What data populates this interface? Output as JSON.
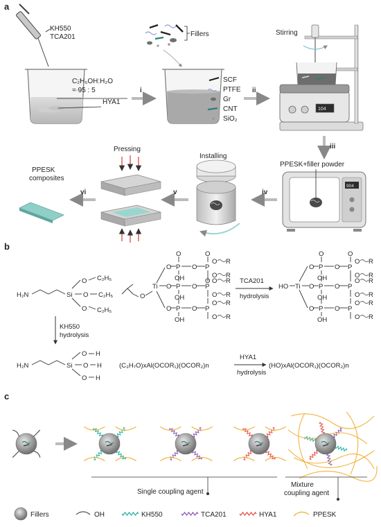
{
  "panels": {
    "a": "a",
    "b": "b",
    "c": "c"
  },
  "panel_a": {
    "syringe_labels": [
      "KH550",
      "TCA201"
    ],
    "solvent": "C₂H₅OH:H₂O",
    "ratio": "= 95 : 5",
    "hya": "HYA1",
    "fillers_label": "Fillers",
    "filler_items": [
      "SCF",
      "PTFE",
      "Gr",
      "CNT",
      "SiO₂"
    ],
    "stirring": "Stirring",
    "hot_display": "104",
    "oven_display": "904",
    "powder": "PPESK+filler powder",
    "installing": "Installing",
    "pressing": "Pressing",
    "composites": [
      "PPESK",
      "composites"
    ],
    "steps": [
      "i",
      "ii",
      "iii",
      "iv",
      "v",
      "vi"
    ]
  },
  "panel_b": {
    "kh550_hydrolysis": [
      "KH550",
      "hydrolysis"
    ],
    "tca201_hydrolysis": [
      "TCA201",
      "hydrolysis"
    ],
    "hya1_hydrolysis": [
      "HYA1",
      "hydrolysis"
    ],
    "hya_formula": "(C₃H₇O)xAl(OCOR₁)(OCOR₂)n",
    "hya_product": "(HO)xAl(OCOR₁)(OCOR₂)n",
    "atoms": {
      "h2n": "H₂N",
      "si": "Si",
      "o": "O",
      "c2h5": "C₂H₅",
      "oh": "OH",
      "h": "H",
      "ti": "Ti",
      "p": "P",
      "r": "R",
      "ho": "HO"
    }
  },
  "panel_c": {
    "single": "Single coupling agent",
    "mixture": [
      "Mixture",
      "coupling agent"
    ],
    "legend": [
      {
        "name": "Fillers",
        "color": "#8c8c8c"
      },
      {
        "name": "OH",
        "color": "#555555"
      },
      {
        "name": "KH550",
        "color": "#2bb3a6"
      },
      {
        "name": "TCA201",
        "color": "#8d5fb0"
      },
      {
        "name": "HYA1",
        "color": "#e0564a"
      },
      {
        "name": "PPESK",
        "color": "#f2b33d"
      }
    ]
  }
}
